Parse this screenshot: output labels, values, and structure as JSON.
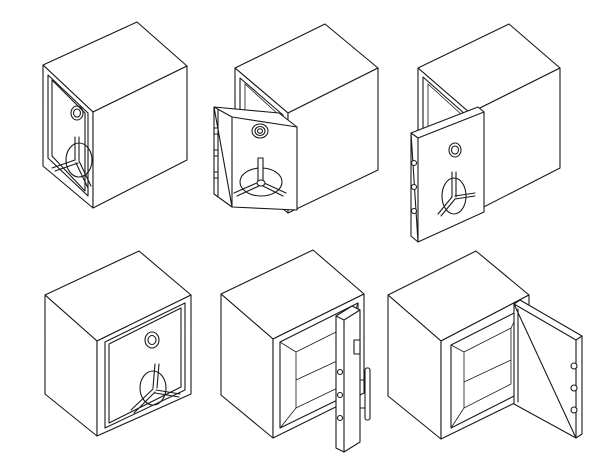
{
  "illustration": {
    "background": "#ffffff",
    "stroke": "#1a1a1a",
    "safes": [
      {
        "id": "closed-right",
        "door": "closed"
      },
      {
        "id": "ajar-front",
        "door": "half-open"
      },
      {
        "id": "open-right",
        "door": "open"
      },
      {
        "id": "closed-left",
        "door": "closed"
      },
      {
        "id": "open-wide-left",
        "door": "open"
      },
      {
        "id": "open-wide-right",
        "door": "open"
      }
    ]
  }
}
